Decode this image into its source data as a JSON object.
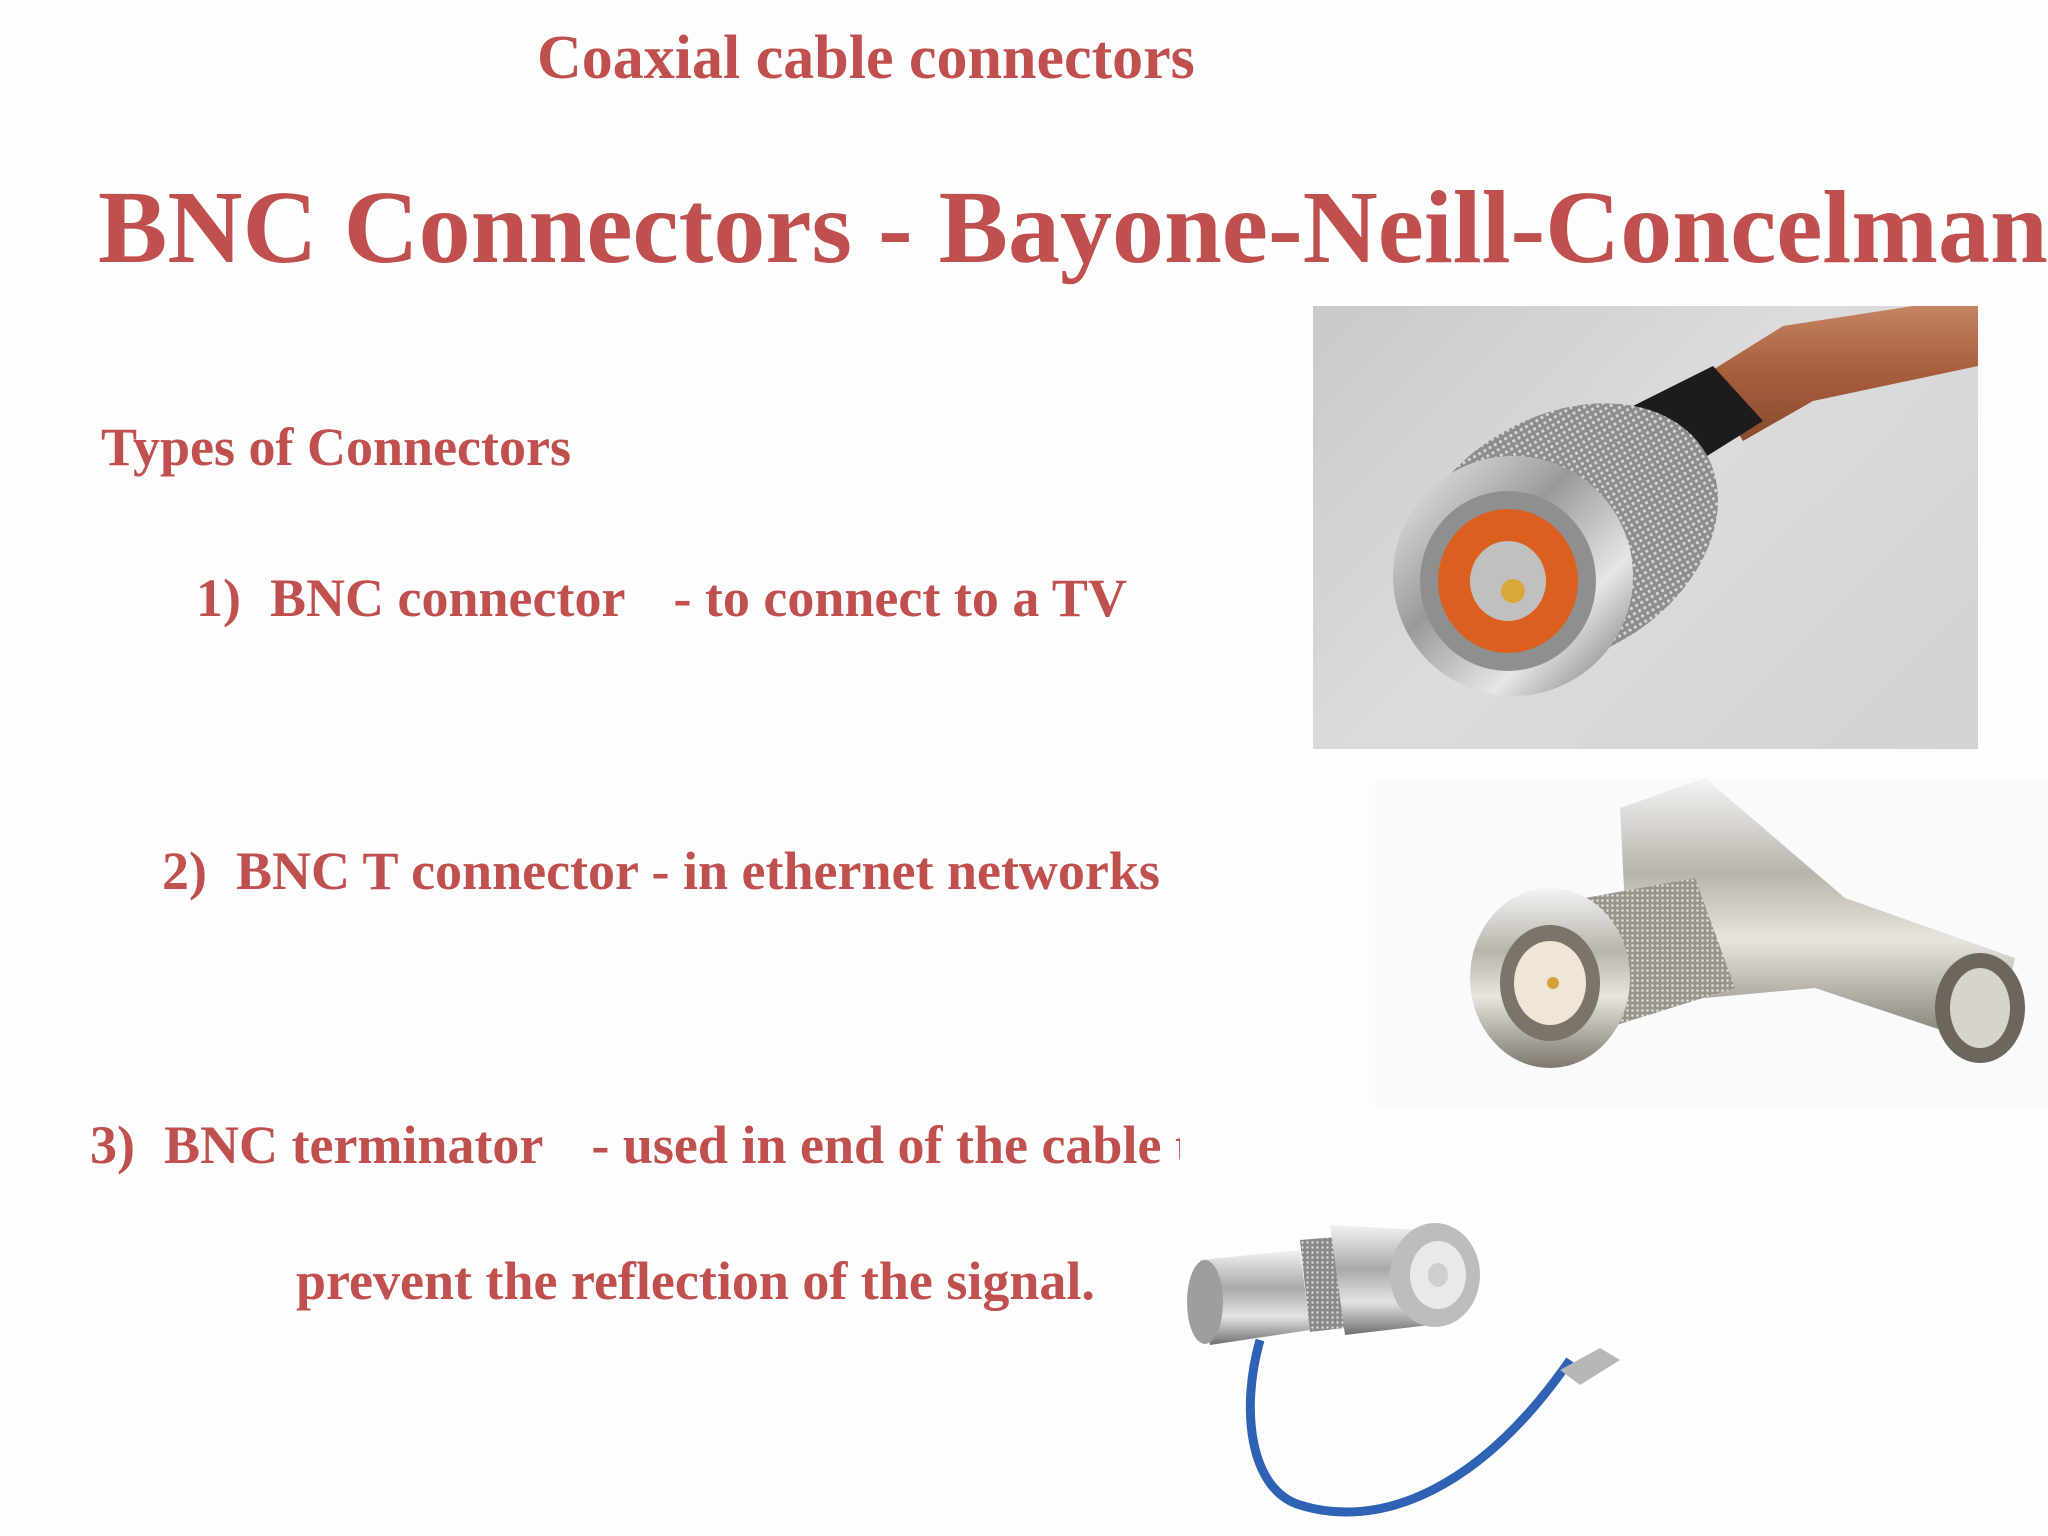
{
  "slide": {
    "subtitle": "Coaxial cable connectors",
    "title": "BNC Connectors - Bayone-Neill-Concelman",
    "section_heading": "Types of Connectors",
    "items": [
      {
        "number": "1)",
        "name": "BNC connector",
        "description": "- to connect to a TV"
      },
      {
        "number": "2)",
        "name": "BNC T connector",
        "description": "- in ethernet networks"
      },
      {
        "number": "3)",
        "name": "BNC terminator",
        "description": "- used in end of the cable to",
        "continuation": "prevent the reflection of the signal."
      }
    ]
  },
  "colors": {
    "text": "#c0504d",
    "background": "#fdfdfd"
  },
  "images": [
    {
      "name": "n-type-connector-photo"
    },
    {
      "name": "bnc-t-connector-photo"
    },
    {
      "name": "bnc-terminator-photo"
    }
  ]
}
